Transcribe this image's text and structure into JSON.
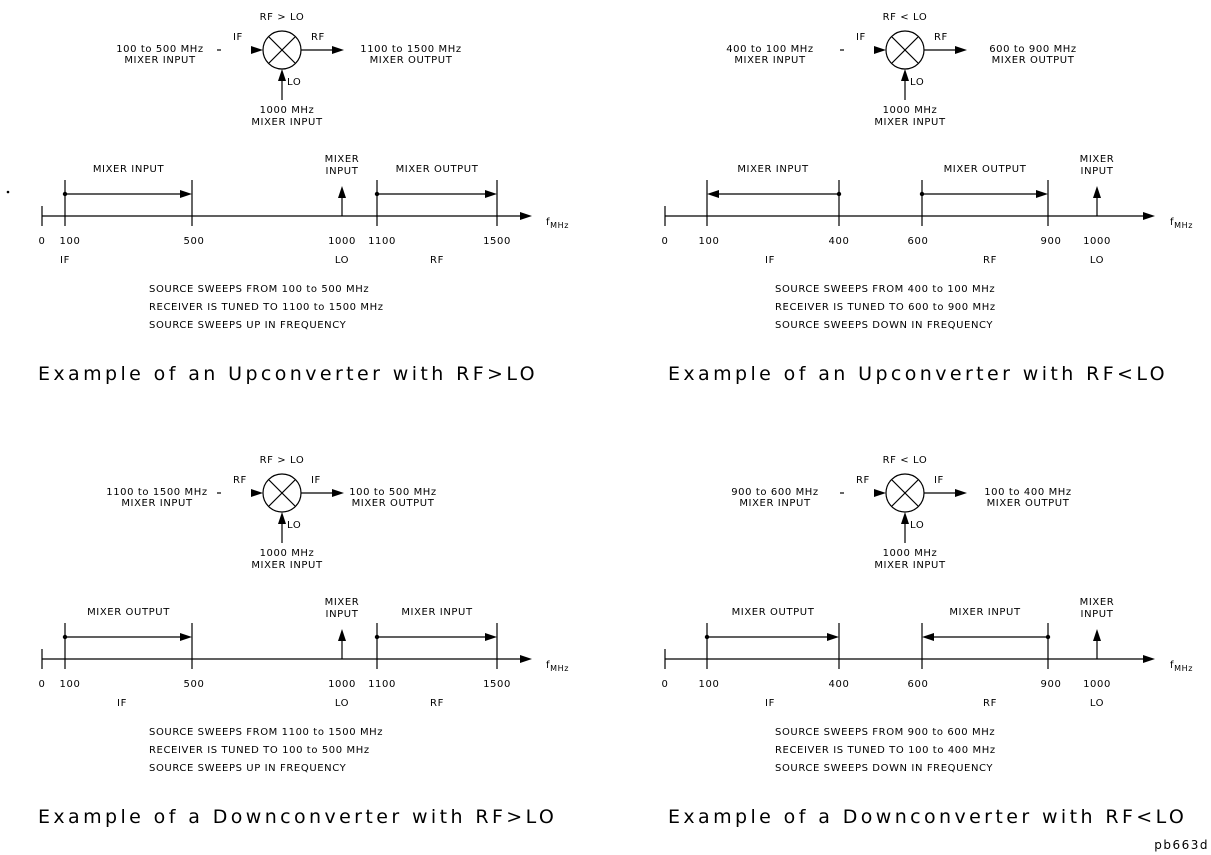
{
  "panels": [
    {
      "id": "up-rf-gt-lo",
      "mixer": {
        "relation": "RF > LO",
        "in_port": "IF",
        "out_port": "RF",
        "lo_port": "LO",
        "input_range": "100 to 500 MHz",
        "input_label": "MIXER INPUT",
        "output_range": "1100 to 1500 MHz",
        "output_label": "MIXER OUTPUT",
        "lo_freq": "1000 MHz",
        "lo_label": "MIXER INPUT"
      },
      "axis": {
        "ticks": [
          "0",
          "100",
          "500",
          "1000",
          "1100",
          "1500"
        ],
        "unit": "f",
        "unit_sub": "MHz",
        "band_labels": [
          "IF",
          "LO",
          "RF"
        ]
      },
      "brackets": [
        {
          "label": "MIXER INPUT",
          "from": 100,
          "to": 500,
          "direction": "up"
        },
        {
          "label": "MIXER OUTPUT",
          "from": 1100,
          "to": 1500,
          "direction": "up"
        }
      ],
      "lo_marker": {
        "line1": "MIXER",
        "line2": "INPUT",
        "at": 1000
      },
      "notes": [
        "SOURCE SWEEPS FROM 100 to 500 MHz",
        "RECEIVER IS TUNED TO 1100 to 1500 MHz",
        "SOURCE SWEEPS UP IN FREQUENCY"
      ],
      "caption": "Example of an Upconverter with RF>LO"
    },
    {
      "id": "up-rf-lt-lo",
      "mixer": {
        "relation": "RF < LO",
        "in_port": "IF",
        "out_port": "RF",
        "lo_port": "LO",
        "input_range": "400 to 100 MHz",
        "input_label": "MIXER INPUT",
        "output_range": "600 to 900 MHz",
        "output_label": "MIXER OUTPUT",
        "lo_freq": "1000 MHz",
        "lo_label": "MIXER INPUT"
      },
      "axis": {
        "ticks": [
          "0",
          "100",
          "400",
          "600",
          "900",
          "1000"
        ],
        "unit": "f",
        "unit_sub": "MHz",
        "band_labels": [
          "IF",
          "RF",
          "LO"
        ]
      },
      "brackets": [
        {
          "label": "MIXER INPUT",
          "from": 100,
          "to": 400,
          "direction": "down"
        },
        {
          "label": "MIXER OUTPUT",
          "from": 600,
          "to": 900,
          "direction": "up"
        }
      ],
      "lo_marker": {
        "line1": "MIXER",
        "line2": "INPUT",
        "at": 1000
      },
      "notes": [
        "SOURCE SWEEPS FROM 400 to 100 MHz",
        "RECEIVER IS TUNED TO 600 to 900 MHz",
        "SOURCE SWEEPS DOWN IN FREQUENCY"
      ],
      "caption": "Example of an Upconverter with RF<LO"
    },
    {
      "id": "down-rf-gt-lo",
      "mixer": {
        "relation": "RF > LO",
        "in_port": "RF",
        "out_port": "IF",
        "lo_port": "LO",
        "input_range": "1100 to 1500 MHz",
        "input_label": "MIXER INPUT",
        "output_range": "100 to 500 MHz",
        "output_label": "MIXER OUTPUT",
        "lo_freq": "1000 MHz",
        "lo_label": "MIXER INPUT"
      },
      "axis": {
        "ticks": [
          "0",
          "100",
          "500",
          "1000",
          "1100",
          "1500"
        ],
        "unit": "f",
        "unit_sub": "MHz",
        "band_labels": [
          "IF",
          "LO",
          "RF"
        ]
      },
      "brackets": [
        {
          "label": "MIXER OUTPUT",
          "from": 100,
          "to": 500,
          "direction": "up"
        },
        {
          "label": "MIXER INPUT",
          "from": 1100,
          "to": 1500,
          "direction": "up"
        }
      ],
      "lo_marker": {
        "line1": "MIXER",
        "line2": "INPUT",
        "at": 1000
      },
      "notes": [
        "SOURCE SWEEPS FROM 1100 to 1500 MHz",
        "RECEIVER IS TUNED TO 100 to 500 MHz",
        "SOURCE SWEEPS UP IN FREQUENCY"
      ],
      "caption": "Example of a Downconverter with RF>LO"
    },
    {
      "id": "down-rf-lt-lo",
      "mixer": {
        "relation": "RF < LO",
        "in_port": "RF",
        "out_port": "IF",
        "lo_port": "LO",
        "input_range": "900 to 600 MHz",
        "input_label": "MIXER INPUT",
        "output_range": "100 to 400 MHz",
        "output_label": "MIXER OUTPUT",
        "lo_freq": "1000 MHz",
        "lo_label": "MIXER INPUT"
      },
      "axis": {
        "ticks": [
          "0",
          "100",
          "400",
          "600",
          "900",
          "1000"
        ],
        "unit": "f",
        "unit_sub": "MHz",
        "band_labels": [
          "IF",
          "RF",
          "LO"
        ]
      },
      "brackets": [
        {
          "label": "MIXER OUTPUT",
          "from": 100,
          "to": 400,
          "direction": "up"
        },
        {
          "label": "MIXER INPUT",
          "from": 600,
          "to": 900,
          "direction": "down"
        }
      ],
      "lo_marker": {
        "line1": "MIXER",
        "line2": "INPUT",
        "at": 1000
      },
      "notes": [
        "SOURCE SWEEPS FROM 900 to 600 MHz",
        "RECEIVER IS TUNED TO 100 to 400 MHz",
        "SOURCE SWEEPS DOWN IN FREQUENCY"
      ],
      "caption": "Example of a Downconverter with RF<LO"
    }
  ],
  "figure_id": "pb663d"
}
